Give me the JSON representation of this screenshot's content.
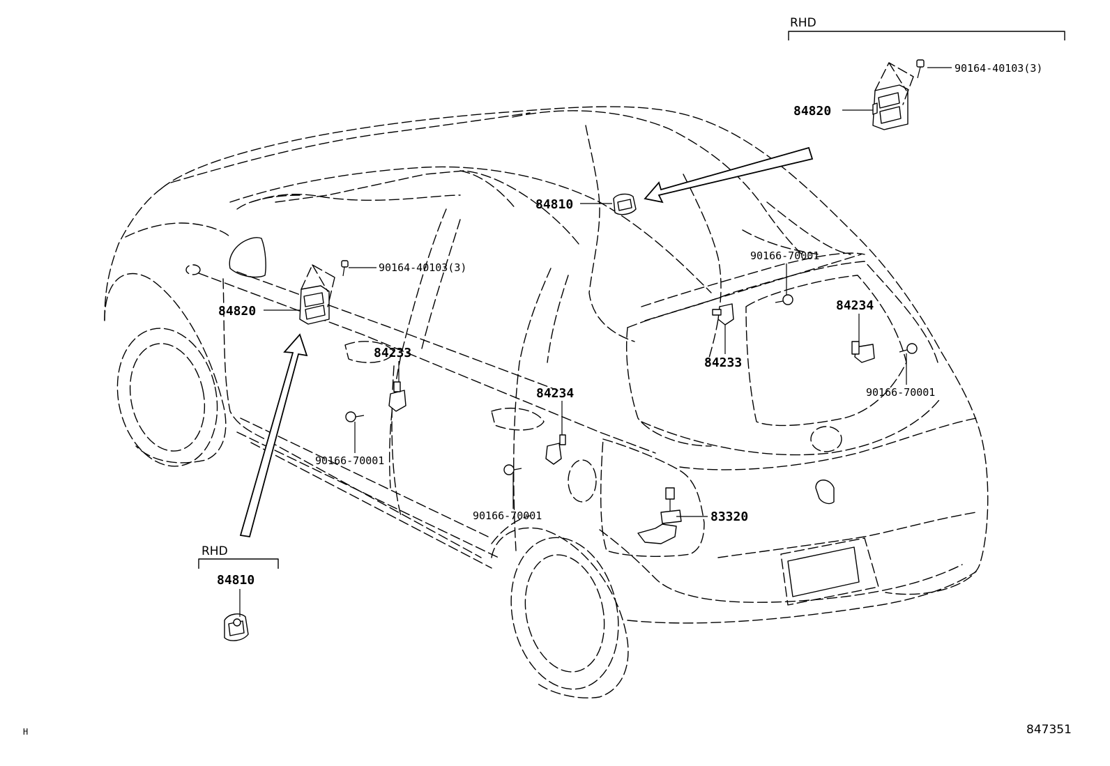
{
  "labels": {
    "rhd_top": "RHD",
    "rhd_bottom": "RHD",
    "p84820_top": "84820",
    "p84820_left": "84820",
    "p84810_upper": "84810",
    "p84810_bottom": "84810",
    "p84233_front": "84233",
    "p84233_rear": "84233",
    "p84234_front": "84234",
    "p84234_rear": "84234",
    "p83320": "83320",
    "bolt_40103_top": "90164-40103(3)",
    "bolt_40103_left": "90164-40103(3)",
    "bolt_70001_front_left": "90166-70001",
    "bolt_70001_front_right": "90166-70001",
    "bolt_70001_rear_top": "90166-70001",
    "bolt_70001_rear_right": "90166-70001",
    "corner_mark": "H",
    "illustration_id": "847351"
  }
}
